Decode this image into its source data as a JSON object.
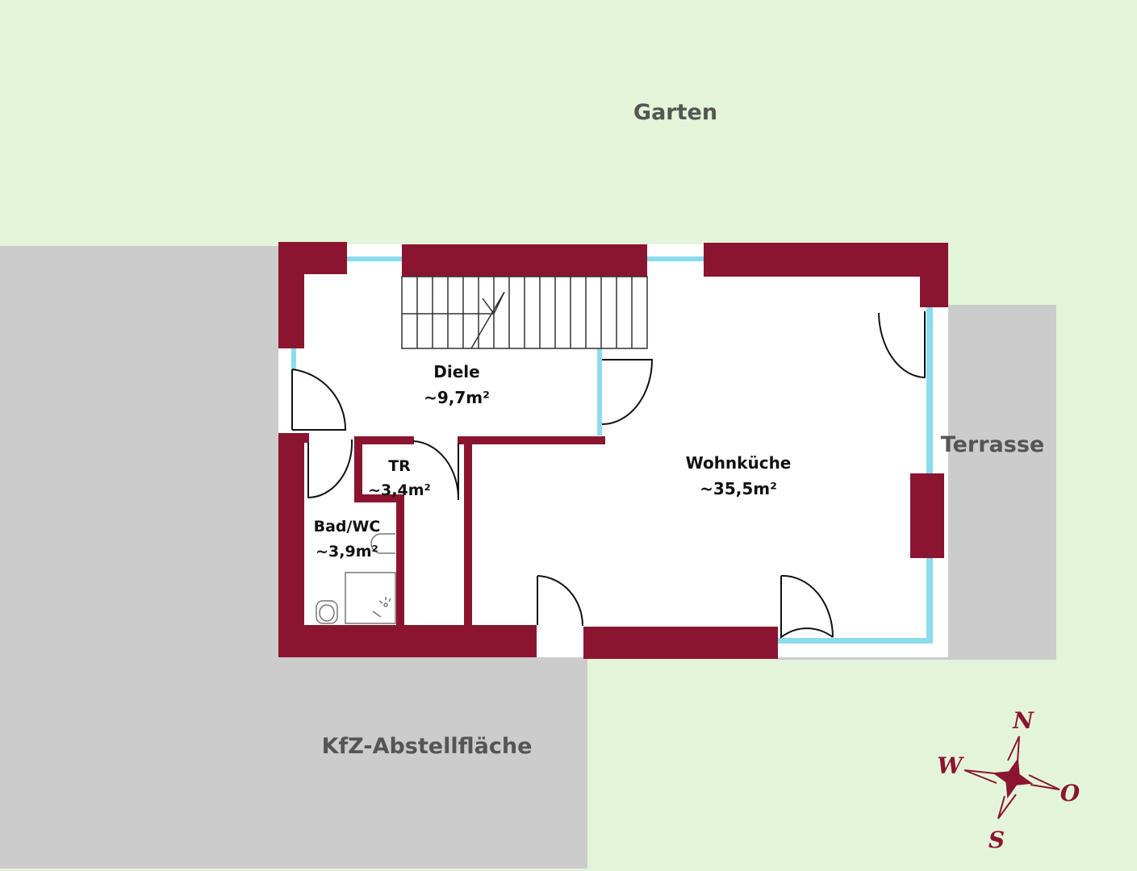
{
  "outdoor": {
    "garden": "Garten",
    "terrace": "Terrasse",
    "parking": "KfZ-Abstellfläche"
  },
  "rooms": {
    "hall": {
      "name": "Diele",
      "area": "~9,7m²"
    },
    "living_kitchen": {
      "name": "Wohnküche",
      "area": "~35,5m²"
    },
    "storage": {
      "name": "TR",
      "area": "~3,4m²"
    },
    "bathroom": {
      "name": "Bad/WC",
      "area": "~3,9m²"
    }
  },
  "compass": {
    "north": "N",
    "east": "O",
    "south": "S",
    "west": "W"
  },
  "colors": {
    "wall": "#8b1530",
    "window": "#8cdcf0",
    "garden": "#e4f4d8",
    "paving": "#cccccc",
    "floor": "#ffffff"
  }
}
